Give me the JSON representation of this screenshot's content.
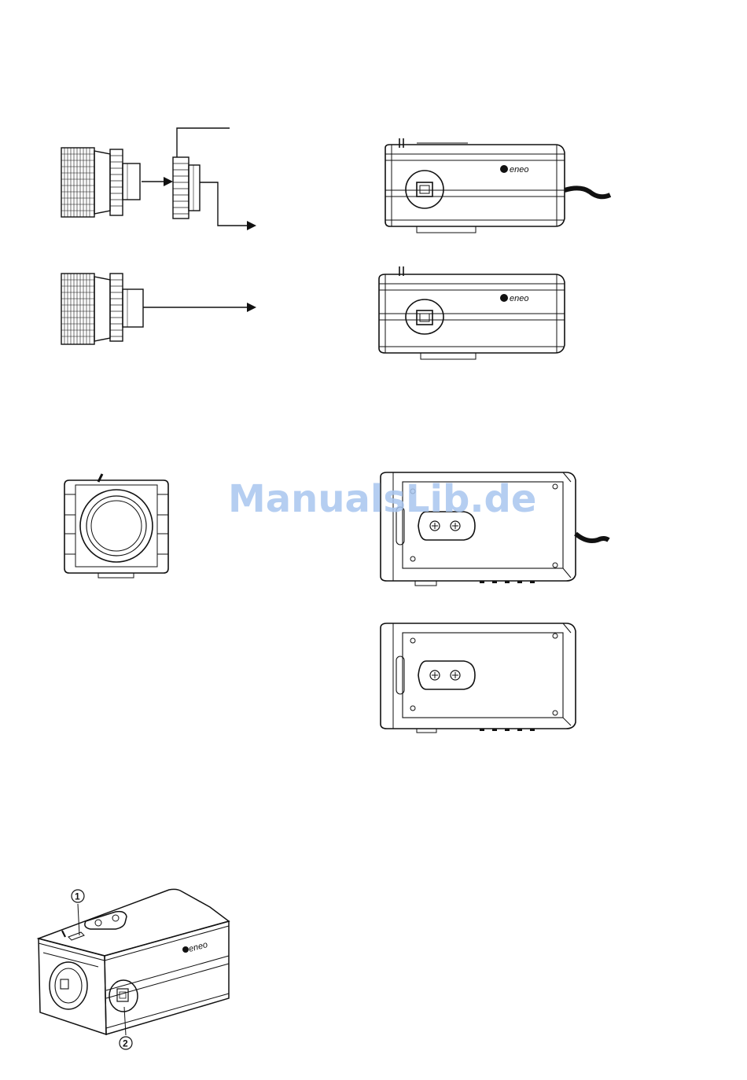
{
  "brand": {
    "logo_text": "eneo"
  },
  "callouts": {
    "one": "1",
    "two": "2"
  },
  "watermark": {
    "text": "ManualsLib.de"
  },
  "colors": {
    "line": "#111111",
    "watermark": "#a9c6ef"
  }
}
